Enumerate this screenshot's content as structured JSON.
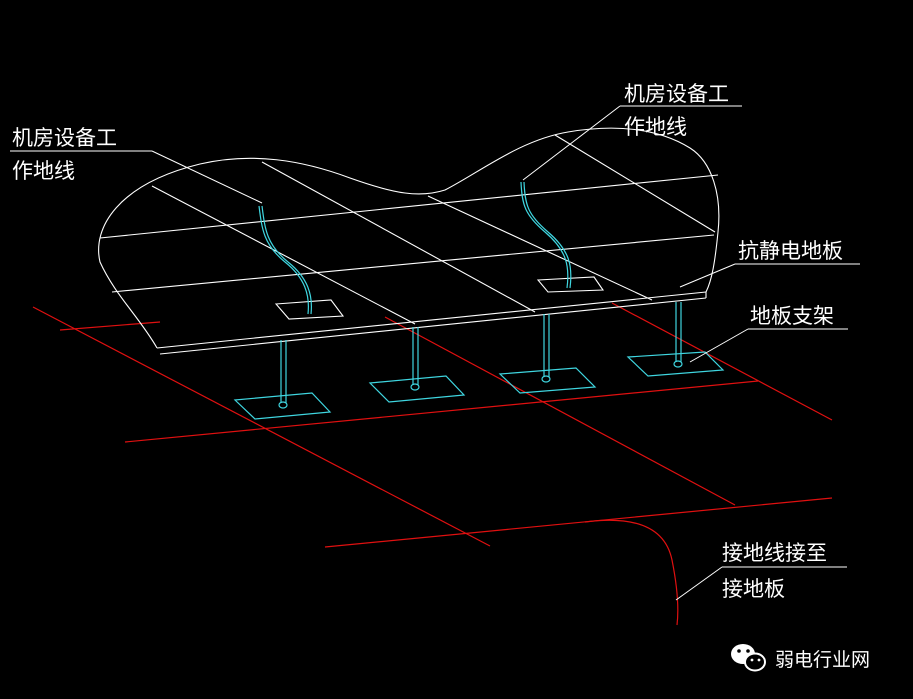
{
  "labels": {
    "equipment_ground_left_1": "机房设备工",
    "equipment_ground_left_2": "作地线",
    "equipment_ground_right_1": "机房设备工",
    "equipment_ground_right_2": "作地线",
    "antistatic_floor": "抗静电地板",
    "floor_support": "地板支架",
    "ground_to_plate_1": "接地线接至",
    "ground_to_plate_2": "接地板"
  },
  "watermark": {
    "text": "弱电行业网",
    "icon": "wechat-icon"
  },
  "colors": {
    "background": "#000000",
    "floor_outline": "#ffffff",
    "support": "#3fd6e0",
    "grounding_grid": "#e01010",
    "leader_lines": "#ffffff"
  }
}
